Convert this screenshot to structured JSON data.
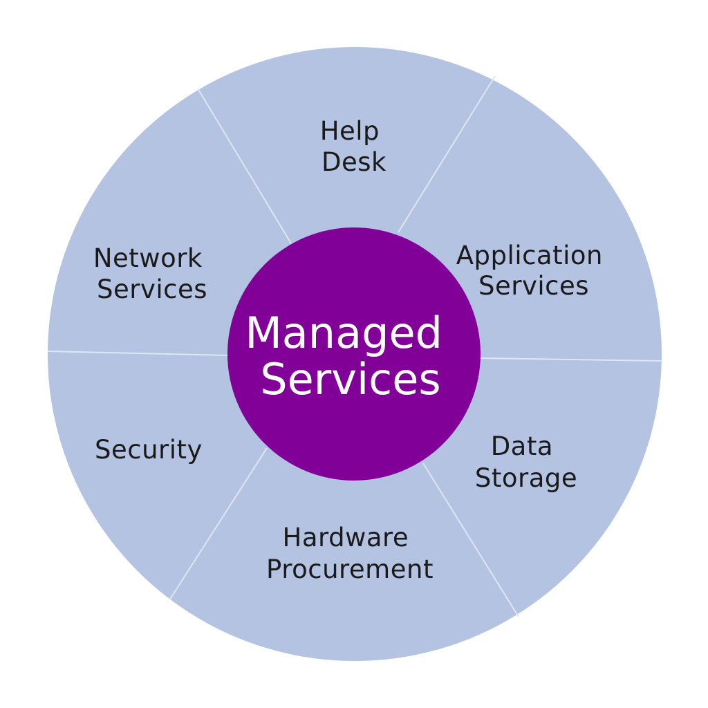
{
  "diagram": {
    "center": {
      "lines": [
        "Managed",
        "Services"
      ]
    },
    "segments": [
      {
        "lines": [
          "Help",
          "Desk"
        ]
      },
      {
        "lines": [
          "Application",
          "Services"
        ]
      },
      {
        "lines": [
          "Data",
          "Storage"
        ]
      },
      {
        "lines": [
          "Hardware",
          "Procurement"
        ]
      },
      {
        "lines": [
          "Security"
        ]
      },
      {
        "lines": [
          "Network",
          "Services"
        ]
      }
    ]
  },
  "colors": {
    "ring_fill": "#b4c3e1",
    "divider": "#dfe6f2",
    "center_fill": "#800098",
    "segment_text": "#1a1a1a",
    "center_text": "#ffffff"
  }
}
